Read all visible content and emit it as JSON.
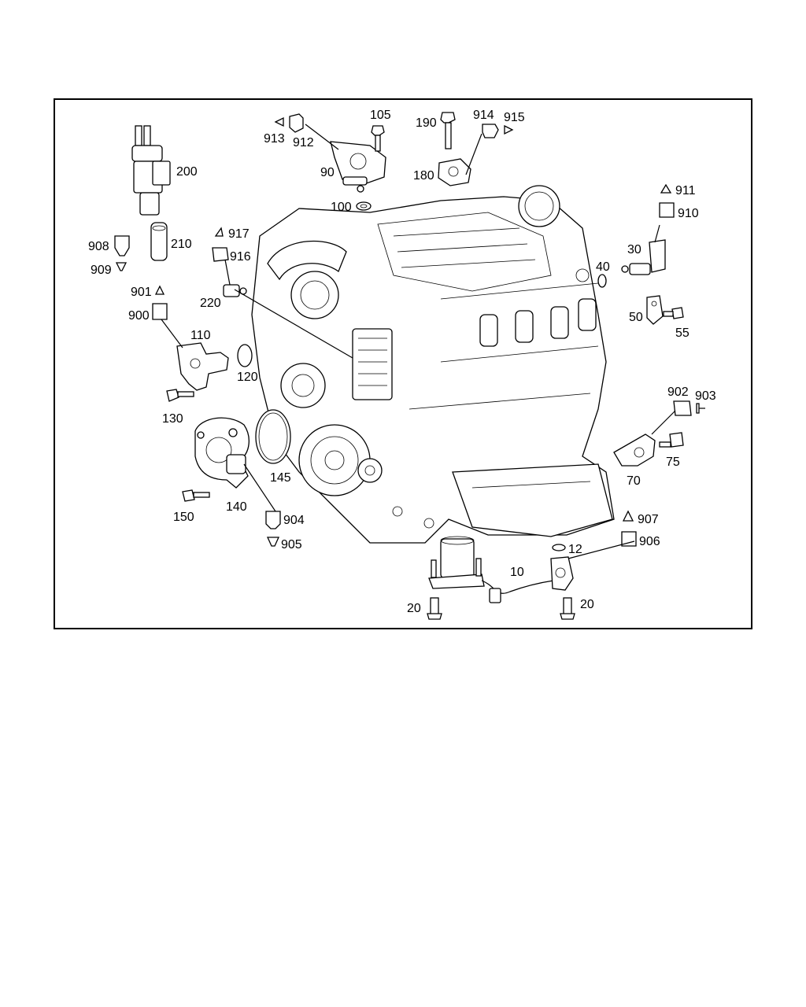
{
  "diagram": {
    "labels": {
      "p10": "10",
      "p12": "12",
      "p20a": "20",
      "p20b": "20",
      "p30": "30",
      "p40": "40",
      "p50": "50",
      "p55": "55",
      "p70": "70",
      "p75": "75",
      "p90": "90",
      "p100": "100",
      "p105": "105",
      "p110": "110",
      "p120": "120",
      "p130": "130",
      "p140": "140",
      "p145": "145",
      "p150": "150",
      "p180": "180",
      "p190": "190",
      "p200": "200",
      "p210": "210",
      "p220": "220",
      "p900": "900",
      "p901": "901",
      "p902": "902",
      "p903": "903",
      "p904": "904",
      "p905": "905",
      "p906": "906",
      "p907": "907",
      "p908": "908",
      "p909": "909",
      "p910": "910",
      "p911": "911",
      "p912": "912",
      "p913": "913",
      "p914": "914",
      "p915": "915",
      "p916": "916",
      "p917": "917"
    }
  }
}
